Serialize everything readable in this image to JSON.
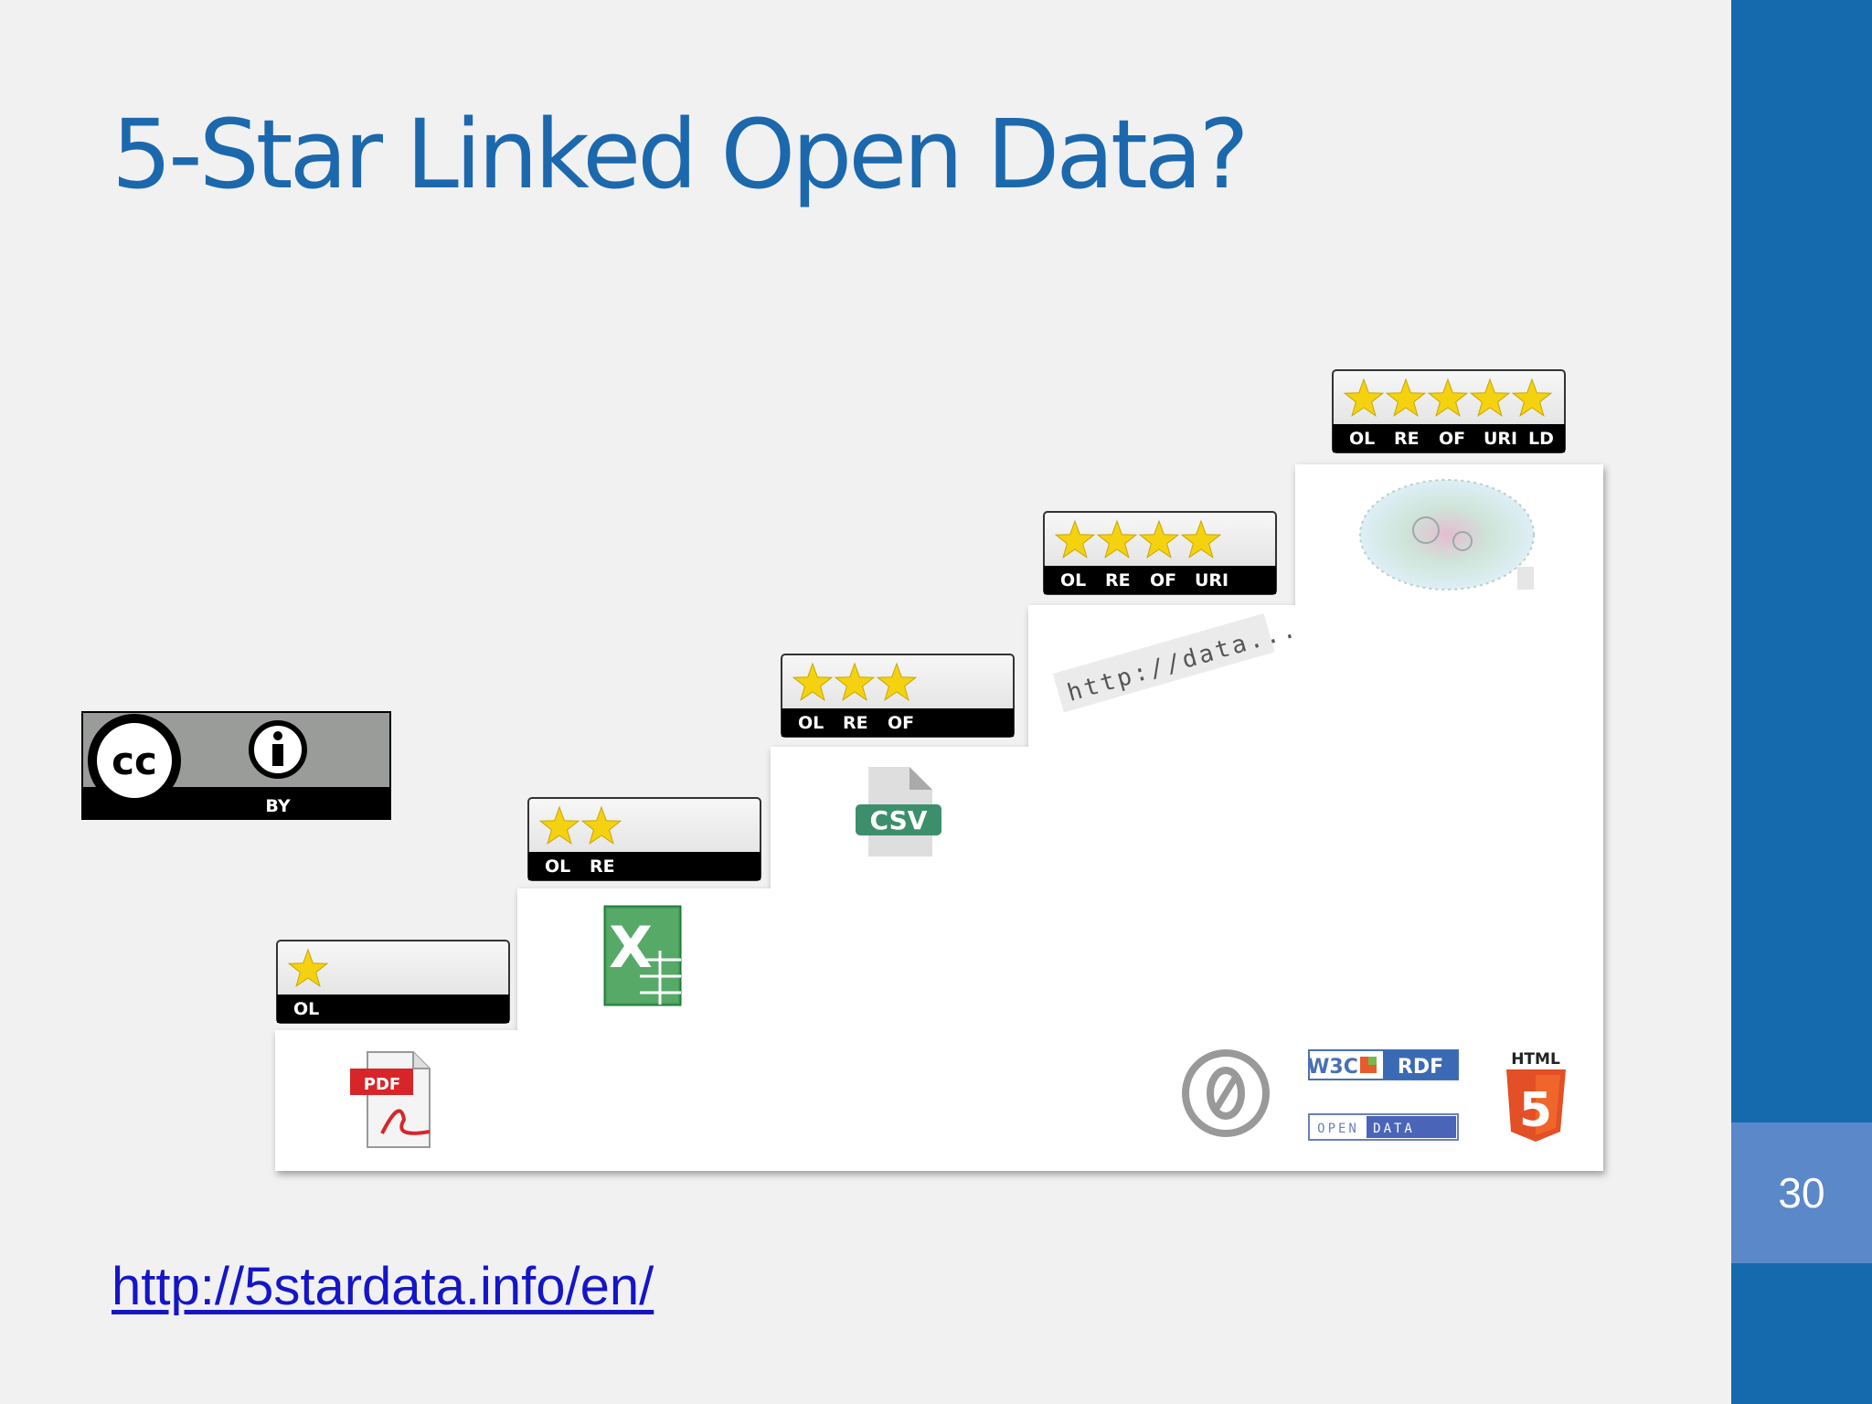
{
  "slide": {
    "title": "5-Star Linked Open Data?",
    "link": "http://5stardata.info/en/",
    "page_number": "30"
  },
  "license_badge": {
    "label": "BY",
    "cc": "cc"
  },
  "steps": [
    {
      "stars": 1,
      "labels": [
        "OL"
      ]
    },
    {
      "stars": 2,
      "labels": [
        "OL",
        "RE"
      ]
    },
    {
      "stars": 3,
      "labels": [
        "OL",
        "RE",
        "OF"
      ]
    },
    {
      "stars": 4,
      "labels": [
        "OL",
        "RE",
        "OF",
        "URI"
      ]
    },
    {
      "stars": 5,
      "labels": [
        "OL",
        "RE",
        "OF",
        "URI",
        "LD"
      ]
    }
  ],
  "icons": {
    "pdf": "PDF",
    "excel": "X",
    "csv": "CSV",
    "uri": "http://data...",
    "rdf_w3c": "W3C",
    "rdf": "RDF",
    "open_data": [
      "OPEN",
      "DATA"
    ],
    "html5_label": "HTML",
    "html5_number": "5",
    "cc0": "0"
  },
  "colors": {
    "title": "#1c68ad",
    "sidebar": "#1569ad",
    "page_box": "#5a88c8",
    "star": "#f5d20f",
    "link": "#1515c8"
  }
}
